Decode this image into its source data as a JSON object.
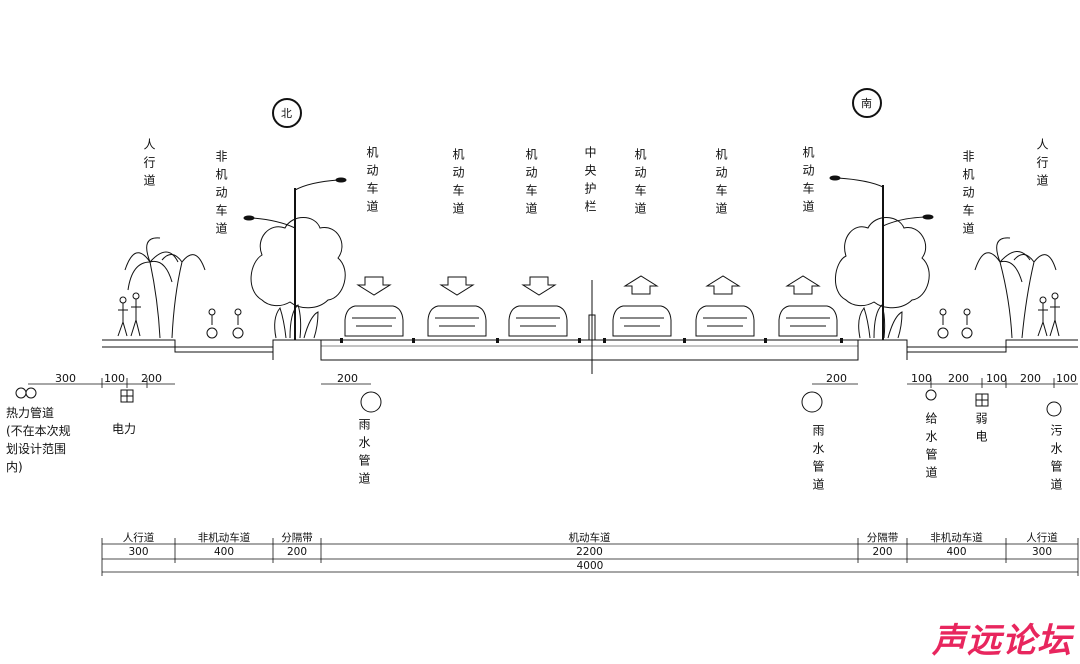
{
  "compass": {
    "north": "北",
    "south": "南"
  },
  "lane_labels": {
    "sidewalk": "人行道",
    "bike_lane": "非机动车道",
    "motor_lane": "机动车道",
    "median": "中央护栏"
  },
  "pipes": {
    "heat": "热力管道",
    "heat_note": "(不在本次规划设计范围内)",
    "power": "电力",
    "rain": "雨水管道",
    "water": "给水管道",
    "weak": "弱电",
    "sewage": "污水管道"
  },
  "pipe_dims": {
    "d300": "300",
    "d100a": "100",
    "d200a": "200",
    "d200b": "200",
    "d200c": "200",
    "d100b": "100",
    "d200d": "200",
    "d100c": "100",
    "d200e": "200",
    "d100d": "100"
  },
  "segments": {
    "sidewalk_l": "人行道",
    "bike_l": "非机动车道",
    "sep_l": "分隔带",
    "motor": "机动车道",
    "sep_r": "分隔带",
    "bike_r": "非机动车道",
    "sidewalk_r": "人行道"
  },
  "segment_widths": {
    "sidewalk_l": "300",
    "bike_l": "400",
    "sep_l": "200",
    "motor": "2200",
    "sep_r": "200",
    "bike_r": "400",
    "sidewalk_r": "300",
    "total": "4000"
  },
  "watermark": "声远论坛"
}
